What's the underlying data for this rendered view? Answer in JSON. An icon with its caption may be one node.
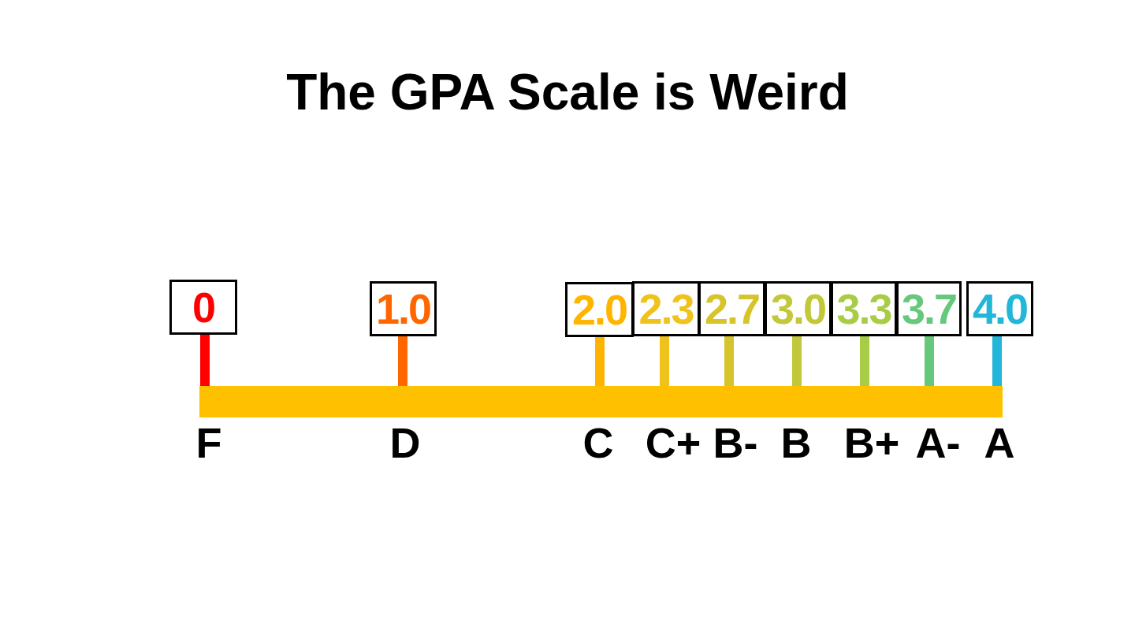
{
  "diagram": {
    "title": "The GPA Scale is Weird",
    "nodes": [
      {
        "text": [
          "0"
        ]
      },
      {
        "text": [
          "1.0"
        ]
      },
      {
        "text": [
          "2.0"
        ]
      },
      {
        "text": [
          "2.3"
        ]
      },
      {
        "text": [
          "2.7"
        ]
      },
      {
        "text": [
          "3.0"
        ]
      },
      {
        "text": [
          "3.3"
        ]
      },
      {
        "text": [
          "3.7"
        ]
      },
      {
        "text": [
          "4.0"
        ]
      },
      {
        "text": [],
        "shape": "bar"
      }
    ],
    "edges": [
      {
        "from": 0,
        "to": 9,
        "arrow": "none",
        "color": "#ff0000"
      },
      {
        "from": 1,
        "to": 9,
        "arrow": "none",
        "color": "#ff6600"
      },
      {
        "from": 2,
        "to": 9,
        "arrow": "none",
        "color": "#ffb400"
      },
      {
        "from": 3,
        "to": 9,
        "arrow": "none",
        "color": "#f0c21c"
      },
      {
        "from": 4,
        "to": 9,
        "arrow": "none",
        "color": "#d6c42a"
      },
      {
        "from": 5,
        "to": 9,
        "arrow": "none",
        "color": "#c2c83a"
      },
      {
        "from": 6,
        "to": 9,
        "arrow": "none",
        "color": "#a8cc46"
      },
      {
        "from": 7,
        "to": 9,
        "arrow": "none",
        "color": "#66c87a"
      },
      {
        "from": 8,
        "to": 9,
        "arrow": "none",
        "color": "#22b6d8"
      }
    ],
    "labels": [
      "F",
      "D",
      "C",
      "C+",
      "B-",
      "B",
      "B+",
      "A-",
      "A"
    ]
  }
}
